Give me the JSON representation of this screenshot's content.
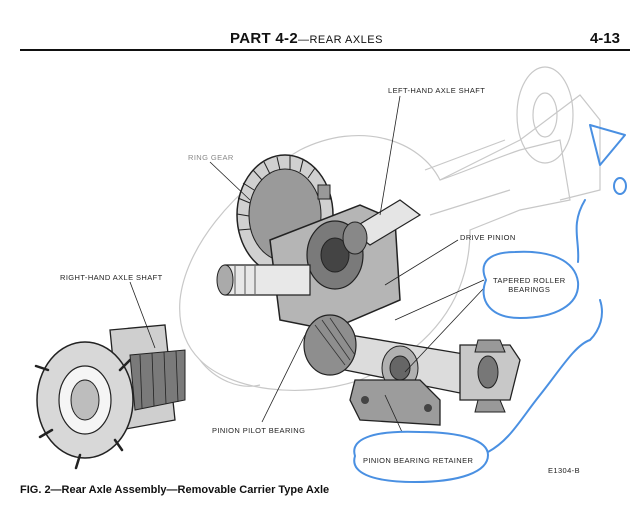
{
  "header": {
    "part": "PART 4-2",
    "section": "—REAR AXLES",
    "page": "4-13"
  },
  "callouts": {
    "left_axle_shaft": "LEFT-HAND AXLE SHAFT",
    "ring_gear": "RING GEAR",
    "right_axle_shaft": "RIGHT-HAND AXLE SHAFT",
    "drive_pinion": "DRIVE PINION",
    "tapered_bearings_1": "TAPERED ROLLER",
    "tapered_bearings_2": "BEARINGS",
    "pinion_pilot_bearing": "PINION PILOT BEARING",
    "pinion_bearing_retainer": "PINION BEARING RETAINER"
  },
  "caption": "FIG. 2—Rear Axle Assembly—Removable Carrier Type Axle",
  "figure_code": "E1304-B",
  "annotation_color": "#4a90e2"
}
